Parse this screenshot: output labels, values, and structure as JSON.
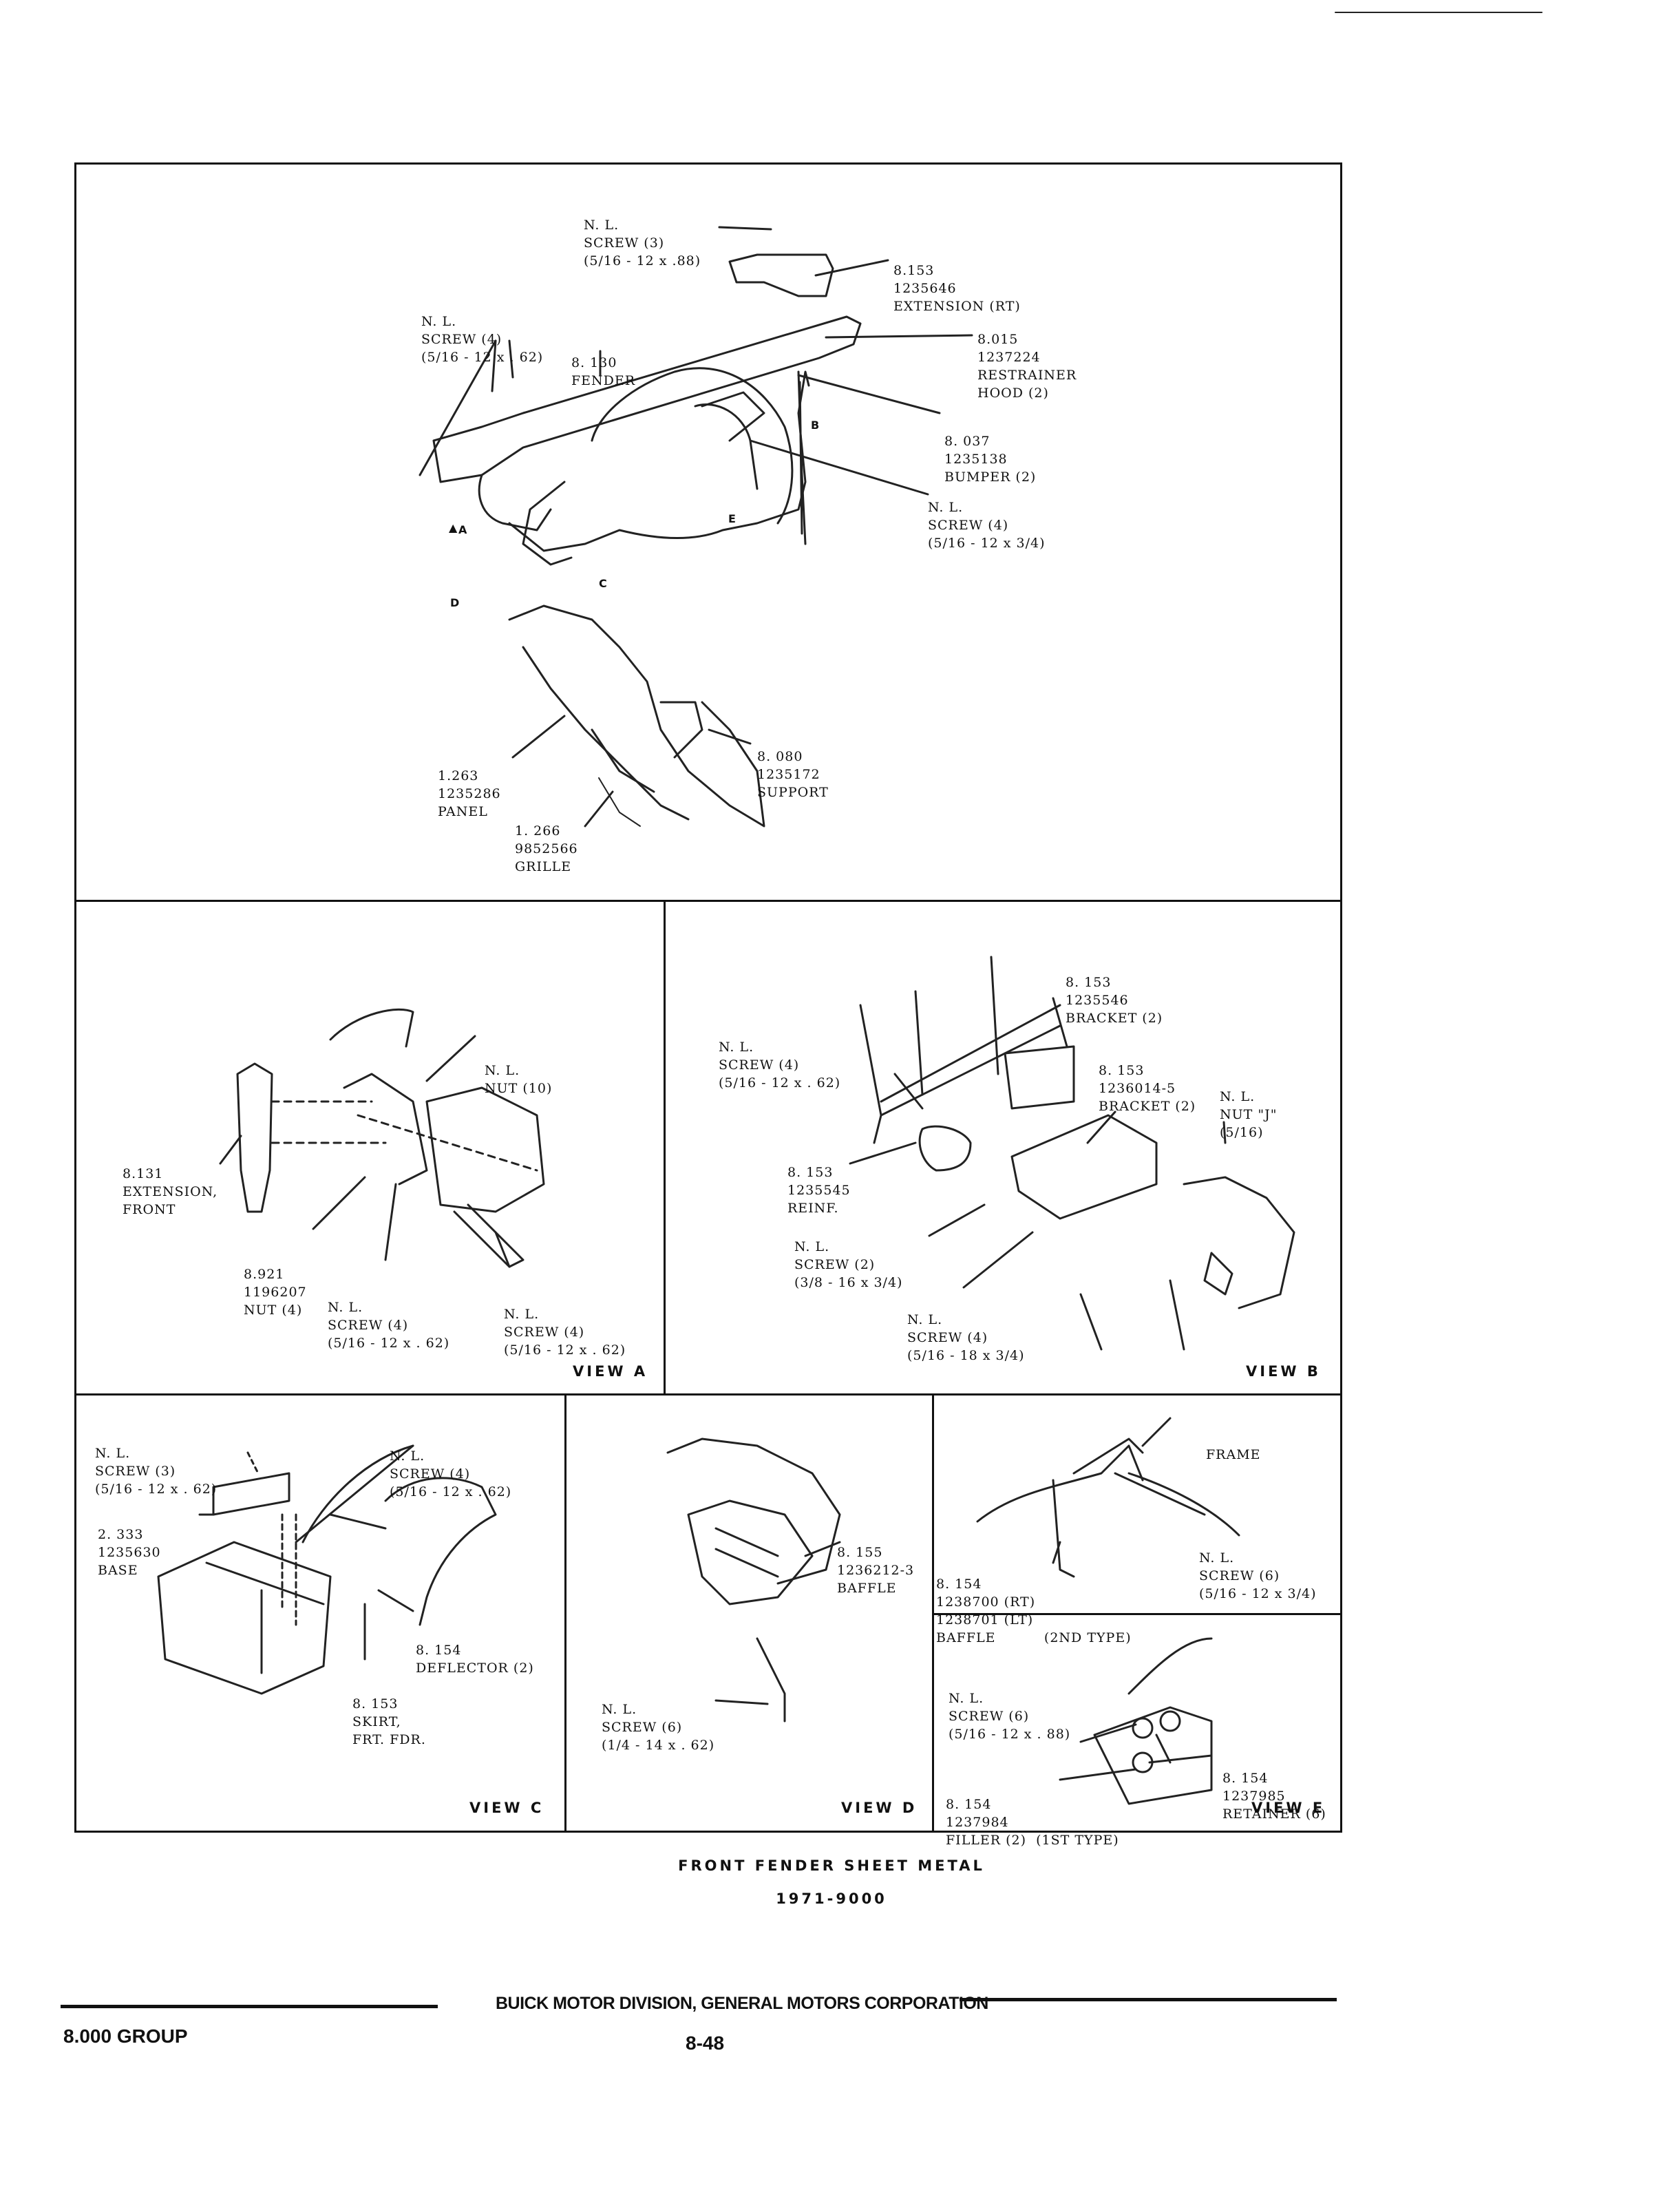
{
  "top_panel": {
    "labels": [
      {
        "id": "nl-screw-3-top",
        "lines": [
          "N. L.",
          "SCREW (3)",
          "(5/16 - 12 x .88)"
        ]
      },
      {
        "id": "ext-rt",
        "lines": [
          "8.153",
          "1235646",
          "EXTENSION (RT)"
        ]
      },
      {
        "id": "nl-screw-4-left",
        "lines": [
          "N. L.",
          "SCREW (4)",
          "(5/16 - 12 x . 62)"
        ]
      },
      {
        "id": "fender",
        "lines": [
          "8. 130",
          "FENDER"
        ]
      },
      {
        "id": "restrainer",
        "lines": [
          "8.015",
          "1237224",
          "RESTRAINER",
          "HOOD (2)"
        ]
      },
      {
        "id": "bumper",
        "lines": [
          "8. 037",
          "1235138",
          "BUMPER (2)"
        ]
      },
      {
        "id": "nl-screw-4-right",
        "lines": [
          "N. L.",
          "SCREW (4)",
          "(5/16 - 12 x 3/4)"
        ]
      },
      {
        "id": "support",
        "lines": [
          "8. 080",
          "1235172",
          "SUPPORT"
        ]
      },
      {
        "id": "panel",
        "lines": [
          "1.263",
          "1235286",
          "PANEL"
        ]
      },
      {
        "id": "grille",
        "lines": [
          "1. 266",
          "9852566",
          "GRILLE"
        ]
      }
    ],
    "callouts": [
      "A",
      "B",
      "C",
      "D",
      "E"
    ]
  },
  "view_a": {
    "title": "VIEW A",
    "labels": [
      {
        "id": "nut-10",
        "lines": [
          "N. L.",
          "NUT (10)"
        ]
      },
      {
        "id": "ext-front",
        "lines": [
          "8.131",
          "EXTENSION,",
          "FRONT"
        ]
      },
      {
        "id": "nut-4",
        "lines": [
          "8.921",
          "1196207",
          "NUT (4)"
        ]
      },
      {
        "id": "screw-4-a1",
        "lines": [
          "N. L.",
          "SCREW (4)",
          "(5/16 - 12 x . 62)"
        ]
      },
      {
        "id": "screw-4-a2",
        "lines": [
          "N. L.",
          "SCREW (4)",
          "(5/16 - 12 x . 62)"
        ]
      }
    ]
  },
  "view_b": {
    "title": "VIEW B",
    "labels": [
      {
        "id": "bracket-2a",
        "lines": [
          "8. 153",
          "1235546",
          "BRACKET (2)"
        ]
      },
      {
        "id": "screw-4-b",
        "lines": [
          "N. L.",
          "SCREW (4)",
          "(5/16 - 12 x . 62)"
        ]
      },
      {
        "id": "bracket-2b",
        "lines": [
          "8. 153",
          "1236014-5",
          "BRACKET (2)"
        ]
      },
      {
        "id": "nut-j",
        "lines": [
          "N. L.",
          "NUT \"J\"",
          "(5/16)"
        ]
      },
      {
        "id": "reinf",
        "lines": [
          "8. 153",
          "1235545",
          "REINF."
        ]
      },
      {
        "id": "screw-2-b",
        "lines": [
          "N. L.",
          "SCREW (2)",
          "(3/8 - 16 x 3/4)"
        ]
      },
      {
        "id": "screw-4-b2",
        "lines": [
          "N. L.",
          "SCREW (4)",
          "(5/16 - 18 x 3/4)"
        ]
      }
    ]
  },
  "view_c": {
    "title": "VIEW C",
    "labels": [
      {
        "id": "screw-3-c",
        "lines": [
          "N. L.",
          "SCREW (3)",
          "(5/16 - 12 x . 62)"
        ]
      },
      {
        "id": "screw-4-c",
        "lines": [
          "N. L.",
          "SCREW (4)",
          "(5/16 - 12 x . 62)"
        ]
      },
      {
        "id": "base",
        "lines": [
          "2. 333",
          "1235630",
          "BASE"
        ]
      },
      {
        "id": "deflector",
        "lines": [
          "8. 154",
          "DEFLECTOR (2)"
        ]
      },
      {
        "id": "skirt",
        "lines": [
          "8. 153",
          "SKIRT,",
          "FRT. FDR."
        ]
      }
    ]
  },
  "view_d": {
    "title": "VIEW D",
    "labels": [
      {
        "id": "baffle-d",
        "lines": [
          "8. 155",
          "1236212-3",
          "BAFFLE"
        ]
      },
      {
        "id": "screw-6-d",
        "lines": [
          "N. L.",
          "SCREW (6)",
          "(1/4 - 14 x . 62)"
        ]
      }
    ]
  },
  "view_2nd": {
    "labels": [
      {
        "id": "frame",
        "lines": [
          "FRAME"
        ]
      },
      {
        "id": "screw-6-2nd",
        "lines": [
          "N. L.",
          "SCREW (6)",
          "(5/16 - 12 x 3/4)"
        ]
      },
      {
        "id": "baffle-2nd",
        "lines": [
          "8. 154",
          "1238700 (RT)",
          "1238701 (LT)",
          "BAFFLE          (2ND TYPE)"
        ]
      }
    ]
  },
  "view_e": {
    "title": "VIEW E",
    "labels": [
      {
        "id": "screw-6-e",
        "lines": [
          "N. L.",
          "SCREW (6)",
          "(5/16 - 12 x . 88)"
        ]
      },
      {
        "id": "retainer",
        "lines": [
          "8. 154",
          "1237985",
          "RETAINER (6)"
        ]
      },
      {
        "id": "filler",
        "lines": [
          "8. 154",
          "1237984",
          "FILLER (2)  (1ST TYPE)"
        ]
      }
    ]
  },
  "caption": {
    "title": "FRONT FENDER SHEET METAL",
    "subtitle": "1971-9000"
  },
  "footer": {
    "division": "BUICK MOTOR DIVISION, GENERAL MOTORS CORPORATION",
    "group": "8.000 GROUP",
    "page": "8-48"
  }
}
